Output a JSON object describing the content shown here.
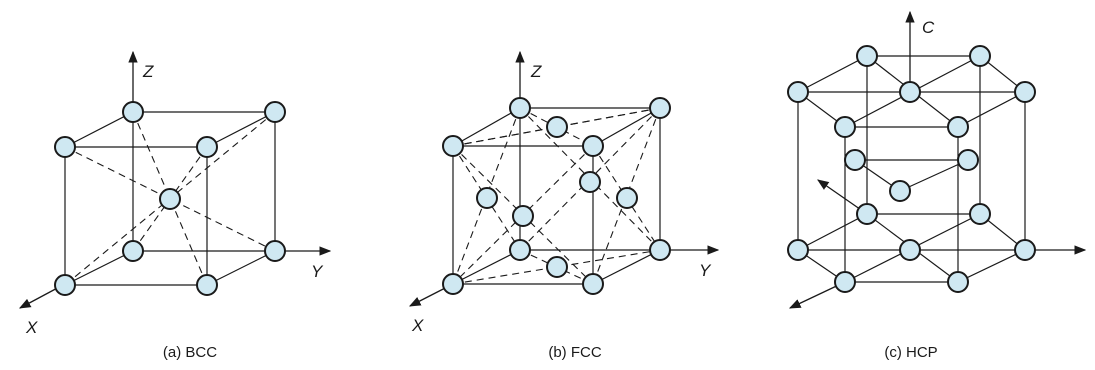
{
  "figures": [
    {
      "id": "bcc",
      "caption": "(a) BCC",
      "axes": {
        "z": "Z",
        "y": "Y",
        "x": "X"
      }
    },
    {
      "id": "fcc",
      "caption": "(b) FCC",
      "axes": {
        "z": "Z",
        "y": "Y",
        "x": "X"
      }
    },
    {
      "id": "hcp",
      "caption": "(c) HCP",
      "axes": {
        "c": "C"
      }
    }
  ],
  "colors": {
    "atom_fill": "#cfe8f2",
    "stroke": "#1a1a1a"
  }
}
